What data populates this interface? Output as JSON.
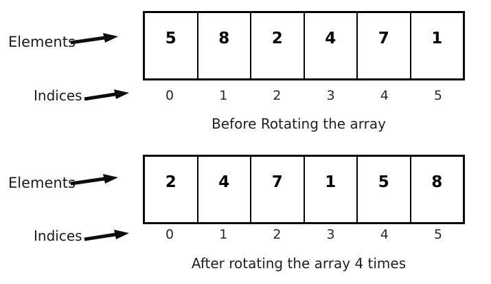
{
  "diagram": {
    "colors": {
      "text": "#1a1a1a",
      "border": "#000000",
      "background": "#ffffff"
    },
    "sections": [
      {
        "elements_label": "Elements",
        "indices_label": "Indices",
        "values": [
          "5",
          "8",
          "2",
          "4",
          "7",
          "1"
        ],
        "indices": [
          "0",
          "1",
          "2",
          "3",
          "4",
          "5"
        ],
        "caption": "Before Rotating the array"
      },
      {
        "elements_label": "Elements",
        "indices_label": "Indices",
        "values": [
          "2",
          "4",
          "7",
          "1",
          "5",
          "8"
        ],
        "indices": [
          "0",
          "1",
          "2",
          "3",
          "4",
          "5"
        ],
        "caption": "After rotating the array 4 times"
      }
    ]
  }
}
